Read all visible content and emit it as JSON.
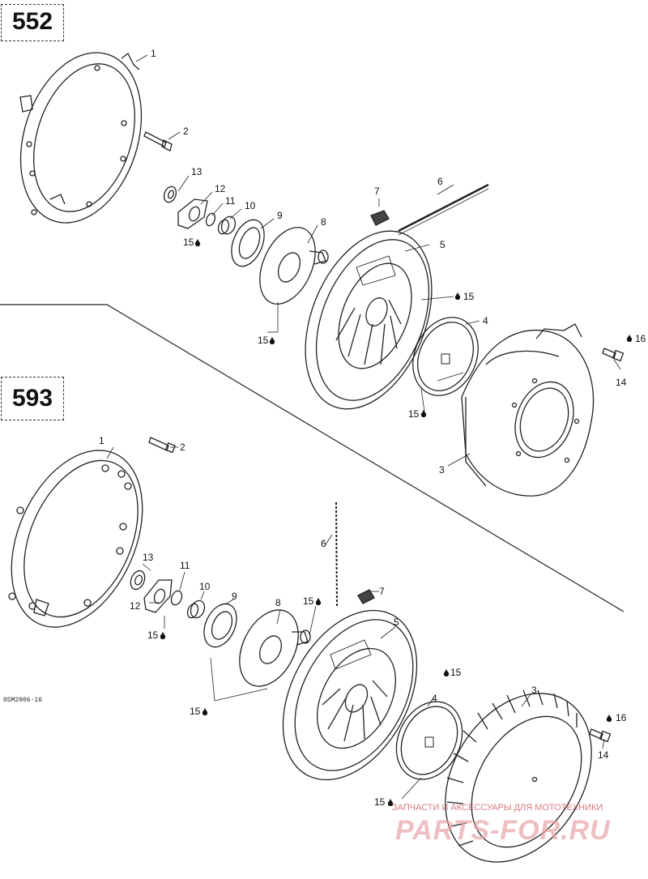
{
  "models": [
    "552",
    "593"
  ],
  "labels": [
    "1",
    "2",
    "3",
    "4",
    "5",
    "6",
    "7",
    "8",
    "9",
    "10",
    "11",
    "12",
    "13",
    "14",
    "15",
    "16"
  ],
  "drawing_code": "0SM2006-16",
  "watermark": {
    "line1": "ЗАПЧАСТИ И АКСЕССУАРЫ ДЛЯ МОТОТЕХНИКИ",
    "line2": "PARTS-FOR.RU"
  }
}
